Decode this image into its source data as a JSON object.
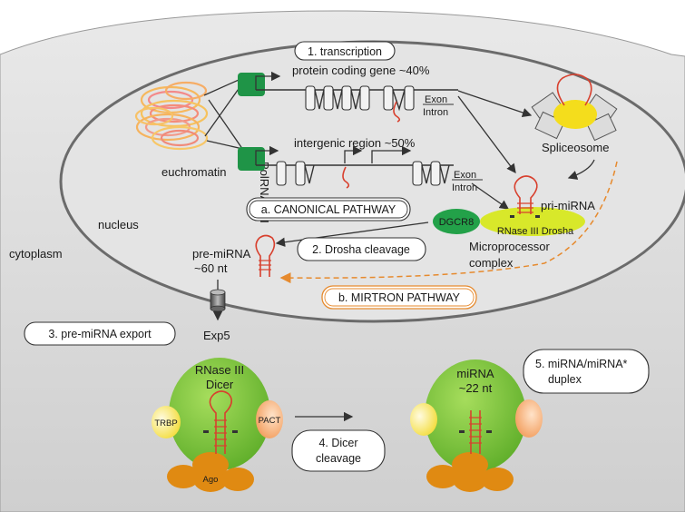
{
  "labels": {
    "step1": "1. transcription",
    "pol": "PolRNAII/III",
    "protein_gene": "protein coding gene ~40%",
    "intergenic": "intergenic region ~50%",
    "exon": "Exon",
    "intron": "Intron",
    "exon2": "Exon",
    "intron2": "Intron",
    "euchromatin": "euchromatin",
    "nucleus": "nucleus",
    "cytoplasm": "cytoplasm",
    "spliceosome": "Spliceosome",
    "pri_mirna": "pri-miRNA",
    "dgcr8": "DGCR8",
    "drosha": "RNase III Drosha",
    "microprocessor_1": "Microprocessor",
    "microprocessor_2": "complex",
    "canonical": "a. CANONICAL PATHWAY",
    "step2": "2. Drosha cleavage",
    "pre_mirna_1": "pre-miRNA",
    "pre_mirna_2": "~60 nt",
    "mirtron": "b. MIRTRON PATHWAY",
    "step3": "3. pre-miRNA export",
    "exp5": "Exp5",
    "dicer_1": "RNase III",
    "dicer_2": "Dicer",
    "trbp": "TRBP",
    "pact": "PACT",
    "ago": "Ago",
    "step4_1": "4. Dicer",
    "step4_2": "cleavage",
    "mirna_1": "miRNA",
    "mirna_2": "~22 nt",
    "step5_1": "5. miRNA/miRNA*",
    "step5_2": "duplex"
  },
  "colors": {
    "cell_fill": "#d4d4d4",
    "nucleus_fill": "#e2e2e2",
    "green_body": "#7ac33a",
    "green_promoter": "#1f9447",
    "orange": "#e08a12",
    "red": "#d8402e",
    "yellow": "#f3e020",
    "mirtron_box": "#e68a2e"
  }
}
